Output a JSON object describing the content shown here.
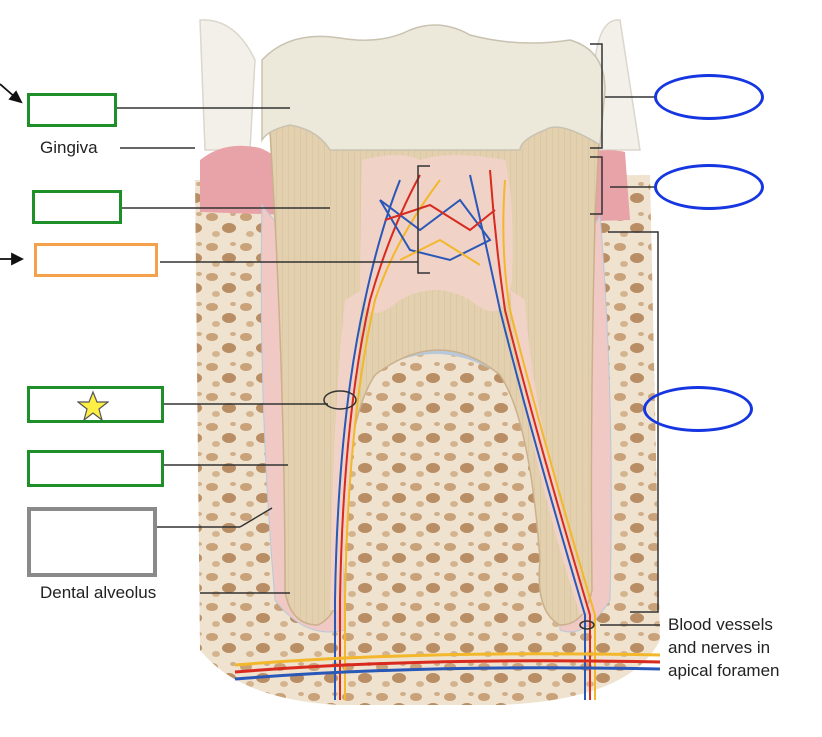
{
  "labels": {
    "gingiva": "Gingiva",
    "dental_alveolus": "Dental alveolus",
    "blood_vessels_line1": "Blood vessels",
    "blood_vessels_line2": "and nerves in",
    "blood_vessels_line3": "apical foramen"
  },
  "colors": {
    "answer_box_green": "#1f8f2a",
    "answer_box_orange": "#f5a04a",
    "answer_box_gray": "#8a8a8a",
    "answer_oval_blue": "#1536e0",
    "star_fill": "#ffee44",
    "enamel": "#ece8da",
    "dentin": "#e2cfae",
    "pulp": "#f1d2c6",
    "bone": "#ead8c2",
    "gingiva": "#e8a3a8",
    "artery": "#d82a1e",
    "vein": "#2a58b8",
    "nerve": "#f2b72b"
  },
  "icons": {
    "star": "star-icon"
  }
}
